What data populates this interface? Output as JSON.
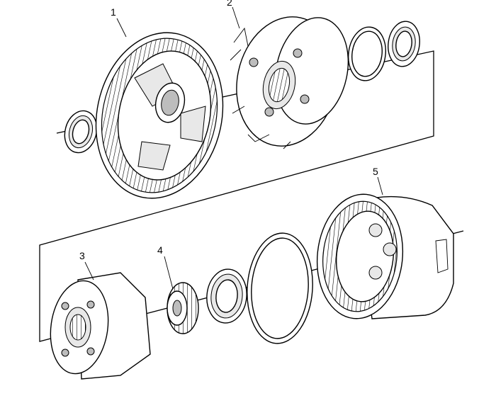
{
  "callouts": [
    {
      "id": "1",
      "text": "1"
    },
    {
      "id": "2",
      "text": "2"
    },
    {
      "id": "3",
      "text": "3"
    },
    {
      "id": "4",
      "text": "4"
    },
    {
      "id": "5",
      "text": "5"
    }
  ]
}
